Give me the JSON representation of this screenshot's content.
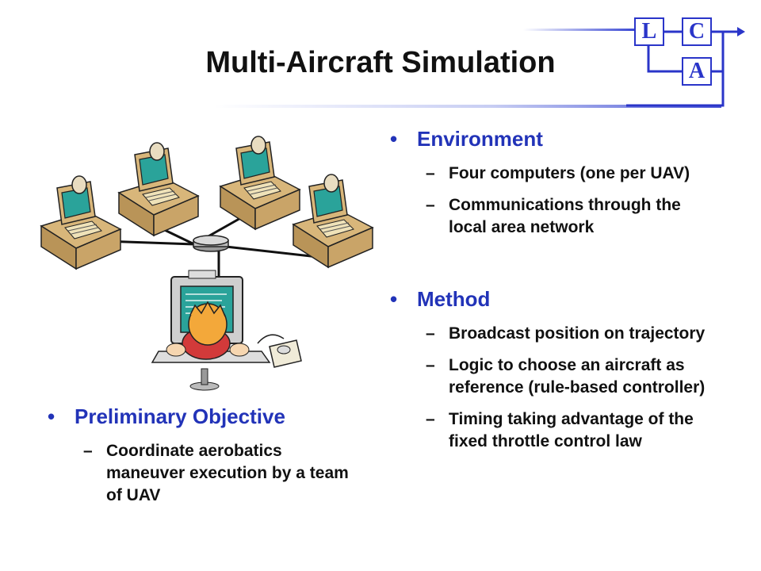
{
  "title": "Multi-Aircraft Simulation",
  "logo": {
    "letter1": "L",
    "letter2": "C",
    "letter3": "A"
  },
  "environment": {
    "heading": "Environment",
    "items": [
      "Four  computers (one per UAV)",
      "Communications through the local area network"
    ]
  },
  "method": {
    "heading": "Method",
    "items": [
      "Broadcast position on trajectory",
      "Logic to choose an aircraft as reference (rule-based controller)",
      "Timing taking advantage of the fixed throttle control law"
    ]
  },
  "preliminary": {
    "heading": "Preliminary Objective",
    "items": [
      "Coordinate aerobatics maneuver execution by a team of UAV"
    ]
  },
  "colors": {
    "accent": "#2233b8",
    "logo": "#2a35c9",
    "screen": "#2aa39a",
    "desk": "#d8b67a"
  },
  "icons": [
    "computer-user-icon",
    "network-hub-icon",
    "operator-icon"
  ]
}
